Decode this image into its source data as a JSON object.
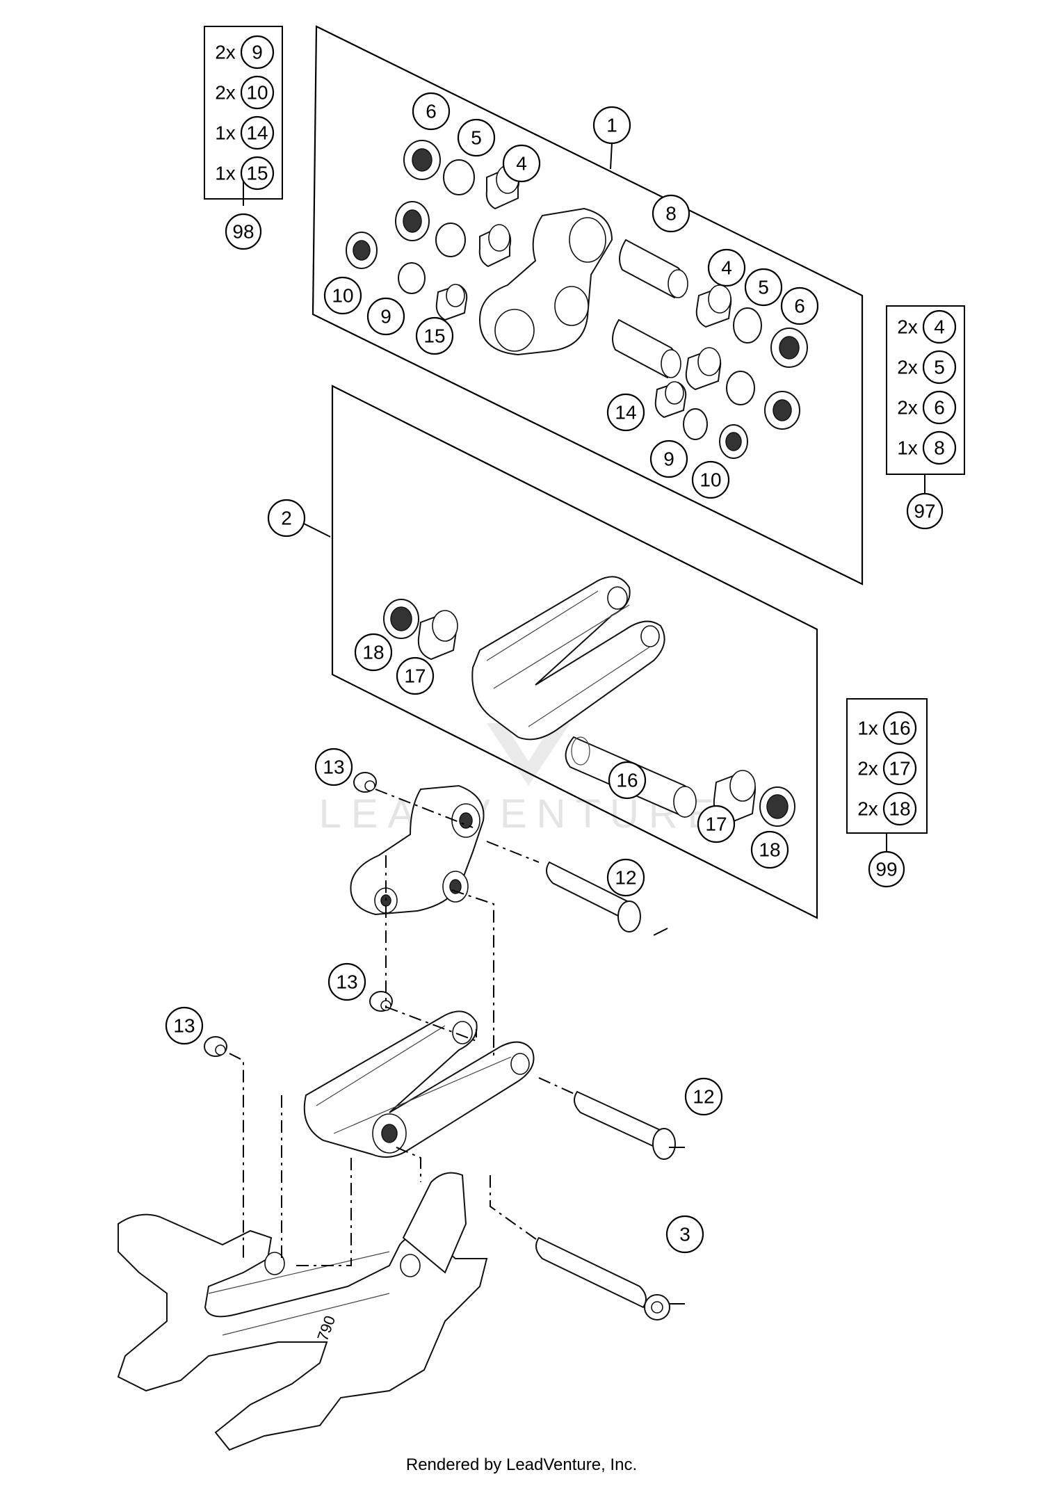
{
  "footer": "Rendered by LeadVenture, Inc.",
  "watermark": "LEADVENTURE",
  "callouts": {
    "c1": "1",
    "c2": "2",
    "c3": "3",
    "c4a": "4",
    "c4b": "4",
    "c5a": "5",
    "c5b": "5",
    "c6a": "6",
    "c6b": "6",
    "c8": "8",
    "c9a": "9",
    "c9b": "9",
    "c10a": "10",
    "c10b": "10",
    "c12a": "12",
    "c12b": "12",
    "c13a": "13",
    "c13b": "13",
    "c13c": "13",
    "c14": "14",
    "c15": "15",
    "c16": "16",
    "c17a": "17",
    "c17b": "17",
    "c18a": "18",
    "c18b": "18"
  },
  "kits": {
    "k98": {
      "ref": "98",
      "items": [
        {
          "qty": "2x",
          "part": "9"
        },
        {
          "qty": "2x",
          "part": "10"
        },
        {
          "qty": "1x",
          "part": "14"
        },
        {
          "qty": "1x",
          "part": "15"
        }
      ]
    },
    "k97": {
      "ref": "97",
      "items": [
        {
          "qty": "2x",
          "part": "4"
        },
        {
          "qty": "2x",
          "part": "5"
        },
        {
          "qty": "2x",
          "part": "6"
        },
        {
          "qty": "1x",
          "part": "8"
        }
      ]
    },
    "k99": {
      "ref": "99",
      "items": [
        {
          "qty": "1x",
          "part": "16"
        },
        {
          "qty": "2x",
          "part": "17"
        },
        {
          "qty": "2x",
          "part": "18"
        }
      ]
    }
  },
  "frame_marking": "790"
}
